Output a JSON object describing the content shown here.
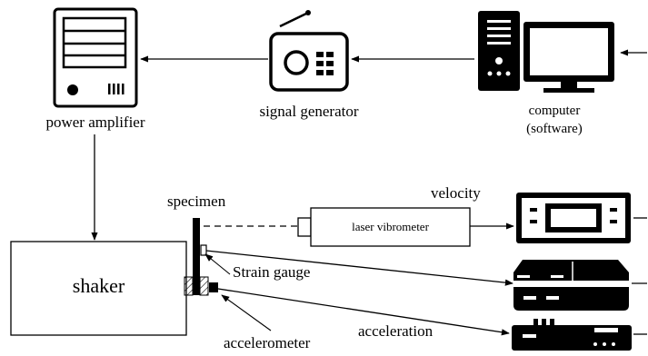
{
  "labels": {
    "power_amplifier": "power amplifier",
    "signal_generator": "signal generator",
    "computer_line1": "computer",
    "computer_line2": "(software)",
    "specimen": "specimen",
    "velocity": "velocity",
    "laser_vibrometer": "laser vibrometer",
    "shaker": "shaker",
    "strain_gauge": "Strain gauge",
    "acceleration": "acceleration",
    "accelerometer": "accelerometer"
  },
  "colors": {
    "stroke": "#000000",
    "fill": "#ffffff",
    "device_fill": "#000000"
  },
  "icons": [
    "power-amplifier-icon",
    "radio-icon",
    "computer-icon",
    "vibrometer-display-icon",
    "strain-meter-icon",
    "data-acquisition-icon"
  ]
}
